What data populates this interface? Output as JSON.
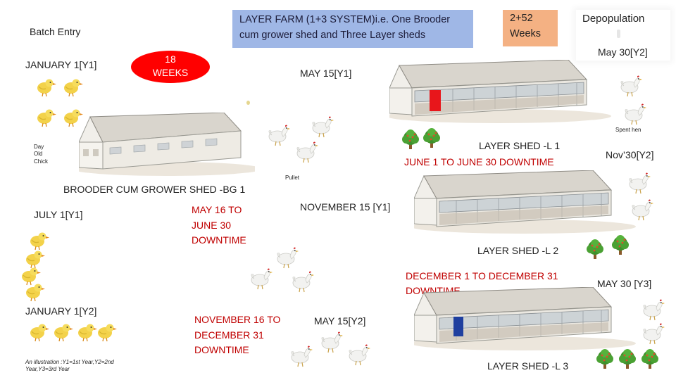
{
  "title": {
    "line1": "LAYER FARM (1+3 SYSTEM)i.e. One Brooder",
    "line2": "cum grower shed and Three Layer sheds"
  },
  "weeks_box": {
    "line1": "2+52",
    "line2": "Weeks"
  },
  "depopulation": {
    "label": "Depopulation",
    "date": "May 30[Y2]"
  },
  "batch_entry": "Batch Entry",
  "january_y1": "JANUARY 1[Y1]",
  "oval": {
    "line1": "18",
    "line2": "WEEKS"
  },
  "may15_y1": "MAY 15[Y1]",
  "spent_hen": "Spent hen",
  "day_old_chick": {
    "line1": "Day",
    "line2": "Old",
    "line3": "Chick"
  },
  "layer_shed_1": {
    "name": "LAYER SHED  -L 1",
    "downtime": "JUNE 1 TO JUNE 30 DOWNTIME"
  },
  "nov30_y2": "Nov’30[Y2]",
  "pullet": "Pullet",
  "brooder_shed": "BROODER CUM GROWER SHED  -BG 1",
  "july_y1": "JULY 1[Y1]",
  "bg_downtime": {
    "line1": "MAY 16 TO",
    "line2": "JUNE 30",
    "line3": "DOWNTIME"
  },
  "nov15_y1": "NOVEMBER 15 [Y1]",
  "layer_shed_2": {
    "name": "LAYER SHED  -L 2",
    "downtime_line1": "DECEMBER 1 TO  DECEMBER 31",
    "downtime_line2": "DOWNTIME"
  },
  "may30_y3": "MAY 30 [Y3]",
  "january_y2": "JANUARY 1[Y2]",
  "bg_downtime_2": {
    "line1": "NOVEMBER 16 TO",
    "line2": "DECEMBER 31",
    "line3": "DOWNTIME"
  },
  "may15_y2": "MAY 15[Y2]",
  "illustration_note": {
    "line1": "An illustration :Y1=1st Year,Y2=2nd",
    "line2": "Year,Y3=3rd Year"
  },
  "layer_shed_3": {
    "name": "LAYER SHED  -L 3"
  },
  "colors": {
    "title_bg": "#9fb7e6",
    "weeks_bg": "#f4b183",
    "oval_bg": "#ff0000",
    "red_text": "#c00000",
    "door_red": "#e8161b",
    "door_blue": "#1f3f9f",
    "chick": "#f3d24a"
  }
}
